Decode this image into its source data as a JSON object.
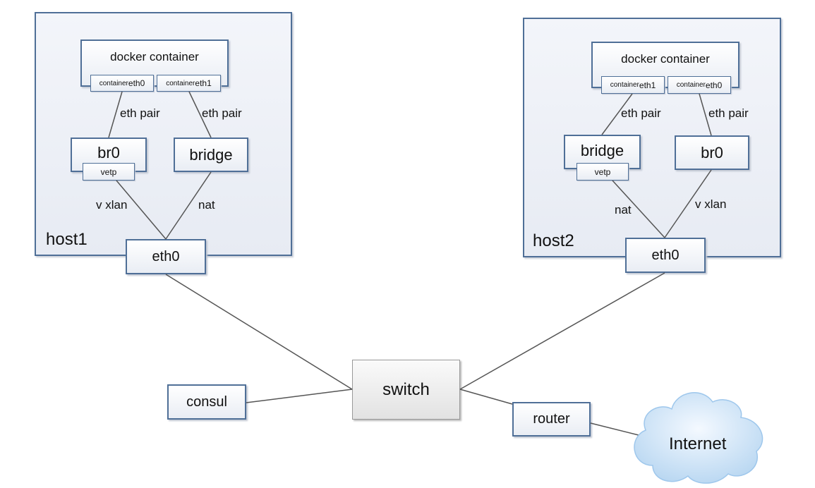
{
  "host1": {
    "label": "host1",
    "container": "docker container",
    "if_a_prefix": "container",
    "if_a_suffix": "eth0",
    "if_b_prefix": "container",
    "if_b_suffix": "eth1",
    "pair_a": "eth pair",
    "pair_b": "eth pair",
    "br0": "br0",
    "vetp": "vetp",
    "bridge": "bridge",
    "vxlan": "v xlan",
    "nat": "nat",
    "eth0": "eth0"
  },
  "host2": {
    "label": "host2",
    "container": "docker container",
    "if_a_prefix": "container",
    "if_a_suffix": "eth1",
    "if_b_prefix": "container",
    "if_b_suffix": "eth0",
    "pair_a": "eth pair",
    "pair_b": "eth pair",
    "bridge": "bridge",
    "vetp": "vetp",
    "br0": "br0",
    "nat": "nat",
    "vxlan": "v xlan",
    "eth0": "eth0"
  },
  "switch": "switch",
  "consul": "consul",
  "router": "router",
  "internet": "Internet",
  "colors": {
    "border": "#4f6f97",
    "line": "#555555",
    "cloud": "#9ec7ec"
  }
}
